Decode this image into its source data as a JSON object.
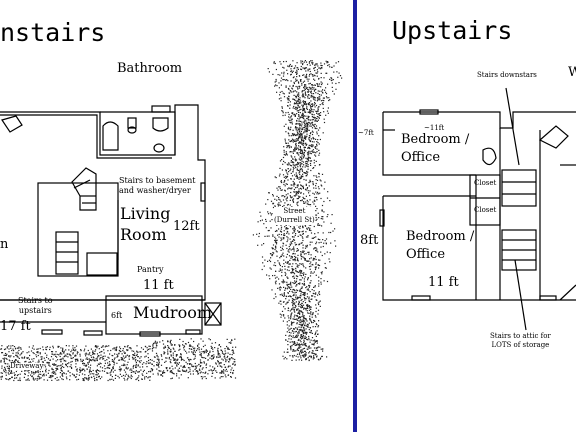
{
  "downstairs": {
    "heading": "nstairs",
    "bathroom": "Bathroom",
    "stairs_basement": "Stairs to basement\nand washer/dryer",
    "living_room": "Living\nRoom",
    "living_width": "12ft",
    "pantry": "Pantry",
    "stairs_upstairs": "Stairs to\nupstairs",
    "dim_11ft": "11 ft",
    "mudroom": "Mudroom",
    "mudroom_width": "6ft",
    "dim_17ft": "17 ft",
    "left_edge_char": "n",
    "driveway": "Driveway"
  },
  "street": {
    "label": "Street\n(Durrell St)"
  },
  "upstairs": {
    "heading": "Upstairs",
    "stairs_downstairs": "Stairs downstars",
    "right_edge_char": "W",
    "dim_11ft_top": "~11ft",
    "dim_7ft": "~7ft",
    "bedroom1": "Bedroom /\nOffice",
    "closet1": "Closet",
    "closet2": "Closet",
    "dim_8ft": "8ft",
    "bedroom2": "Bedroom /\nOffice",
    "dim_11ft": "11 ft",
    "stairs_attic": "Stairs to attic for\nLOTS of storage"
  },
  "colors": {
    "divider": "#1c1fa3",
    "line": "#000000",
    "texture": "#222222"
  }
}
